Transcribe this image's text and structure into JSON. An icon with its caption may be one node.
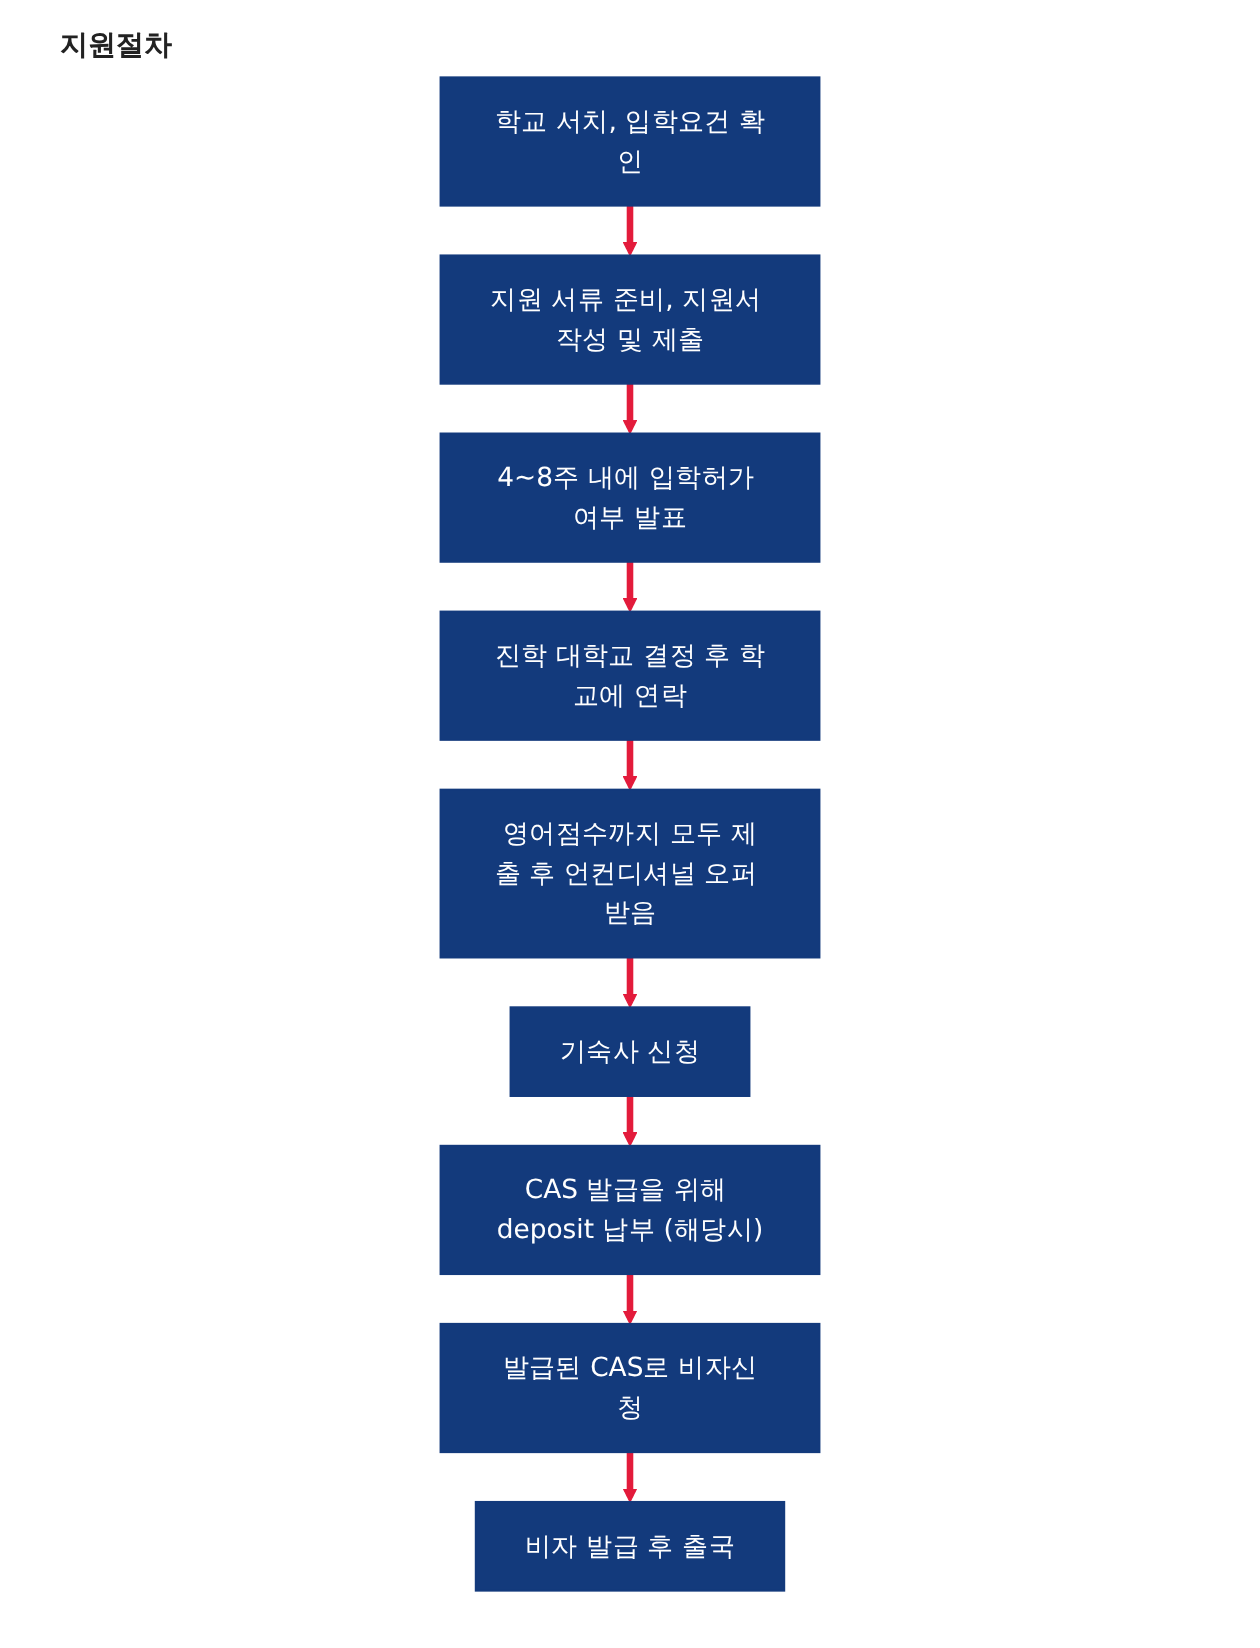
{
  "diagram": {
    "title": "지원절차",
    "nodes": [
      {
        "text": [
          "학교 서치, 입학요건 확인"
        ]
      },
      {
        "text": [
          "지원 서류 준비, 지원서 작성 및 제출"
        ]
      },
      {
        "text": [
          "4~8주 내에 입학허가 여부 발표"
        ]
      },
      {
        "text": [
          "진학 대학교 결정 후 학교에 연락"
        ]
      },
      {
        "text": [
          "영어점수까지 모두 제출 후 언컨디셔널 오퍼 받음"
        ]
      },
      {
        "text": [
          "기숙사 신청"
        ]
      },
      {
        "text": [
          "CAS 발급을 위해 deposit 납부 (해당시)"
        ]
      },
      {
        "text": [
          "발급된 CAS로 비자신청"
        ]
      },
      {
        "text": [
          "비자 발급 후 출국"
        ]
      }
    ],
    "edges": [
      {
        "from": 0,
        "to": 1,
        "arrow": "to"
      },
      {
        "from": 1,
        "to": 2,
        "arrow": "to"
      },
      {
        "from": 2,
        "to": 3,
        "arrow": "to"
      },
      {
        "from": 3,
        "to": 4,
        "arrow": "to"
      },
      {
        "from": 4,
        "to": 5,
        "arrow": "to"
      },
      {
        "from": 5,
        "to": 6,
        "arrow": "to"
      },
      {
        "from": 6,
        "to": 7,
        "arrow": "to"
      },
      {
        "from": 7,
        "to": 8,
        "arrow": "to"
      }
    ]
  }
}
